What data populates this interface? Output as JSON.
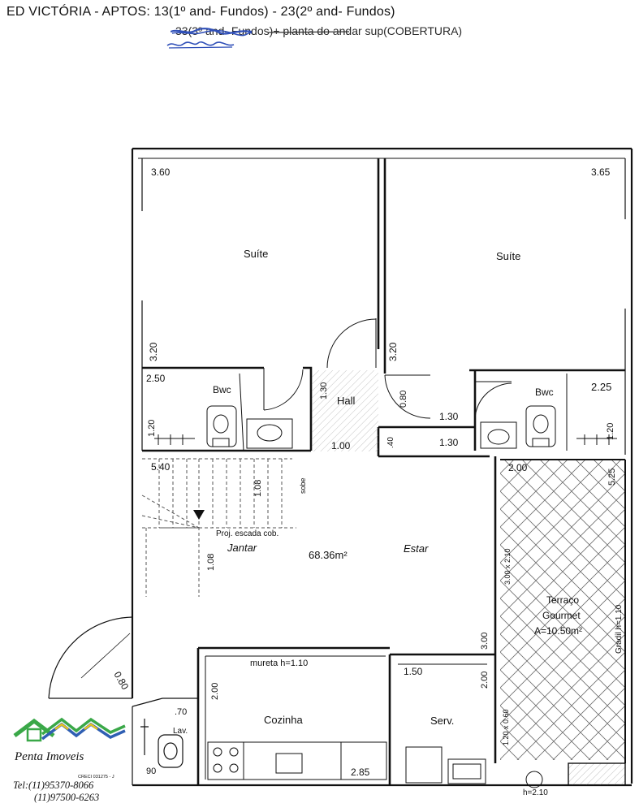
{
  "header": {
    "line1": "ED VICTÓRIA  -  APTOS: 13(1º and- Fundos)  - 23(2º and- Fundos)",
    "line2_struck": "33(3º and- Fundos)",
    "line2_rest": " + planta do andar sup(COBERTURA)"
  },
  "rooms": {
    "suite_left": "Suíte",
    "suite_right": "Suíte",
    "bwc_left": "Bwc",
    "bwc_right": "Bwc",
    "hall": "Hall",
    "jantar": "Jantar",
    "estar": "Estar",
    "area_total": "68.36m²",
    "terraco_1": "Terraço",
    "terraco_2": "Gourmet",
    "terraco_area": "A=10.50m²",
    "cozinha": "Cozinha",
    "serv": "Serv.",
    "lav": "Lav.",
    "proj_escada": "Proj. escada cob.",
    "sobe": "sobe",
    "mureta": "mureta h=1.10",
    "gradil": "Gradil h=1.10"
  },
  "dimensions": {
    "d_360": "3.60",
    "d_365": "3.65",
    "d_320a": "3.20",
    "d_320b": "3.20",
    "d_250": "2.50",
    "d_225": "2.25",
    "d_120a": "1.20",
    "d_120b": "1.20",
    "d_130a": "1.30",
    "d_130b": "1.30",
    "d_130c": "1.30",
    "d_080a": "0.80",
    "d_080b": "0.80",
    "d_100": "1.00",
    "d_040": ".40",
    "d_540": "5.40",
    "d_108a": "1.08",
    "d_108b": "1.08",
    "d_200a": "2.00",
    "d_525": "5.25",
    "d_300_210": "3.00 x 2.10",
    "d_300": "3.00",
    "d_150": "1.50",
    "d_200b": "2.00",
    "d_200c": "2.00",
    "d_120_060": "1.20 x 0.60",
    "d_285": "2.85",
    "d_070": ".70",
    "d_090": "90",
    "d_h210": "h=2.10"
  },
  "brand": {
    "name": "Penta Imoveis",
    "creci": "CRECI 031275 - J",
    "phone1": "Tel:(11)95370-8066",
    "phone2": "(11)97500-6263",
    "colors": {
      "green": "#3aa848",
      "blue": "#2f5fb3",
      "yellow": "#e8c51f"
    }
  }
}
